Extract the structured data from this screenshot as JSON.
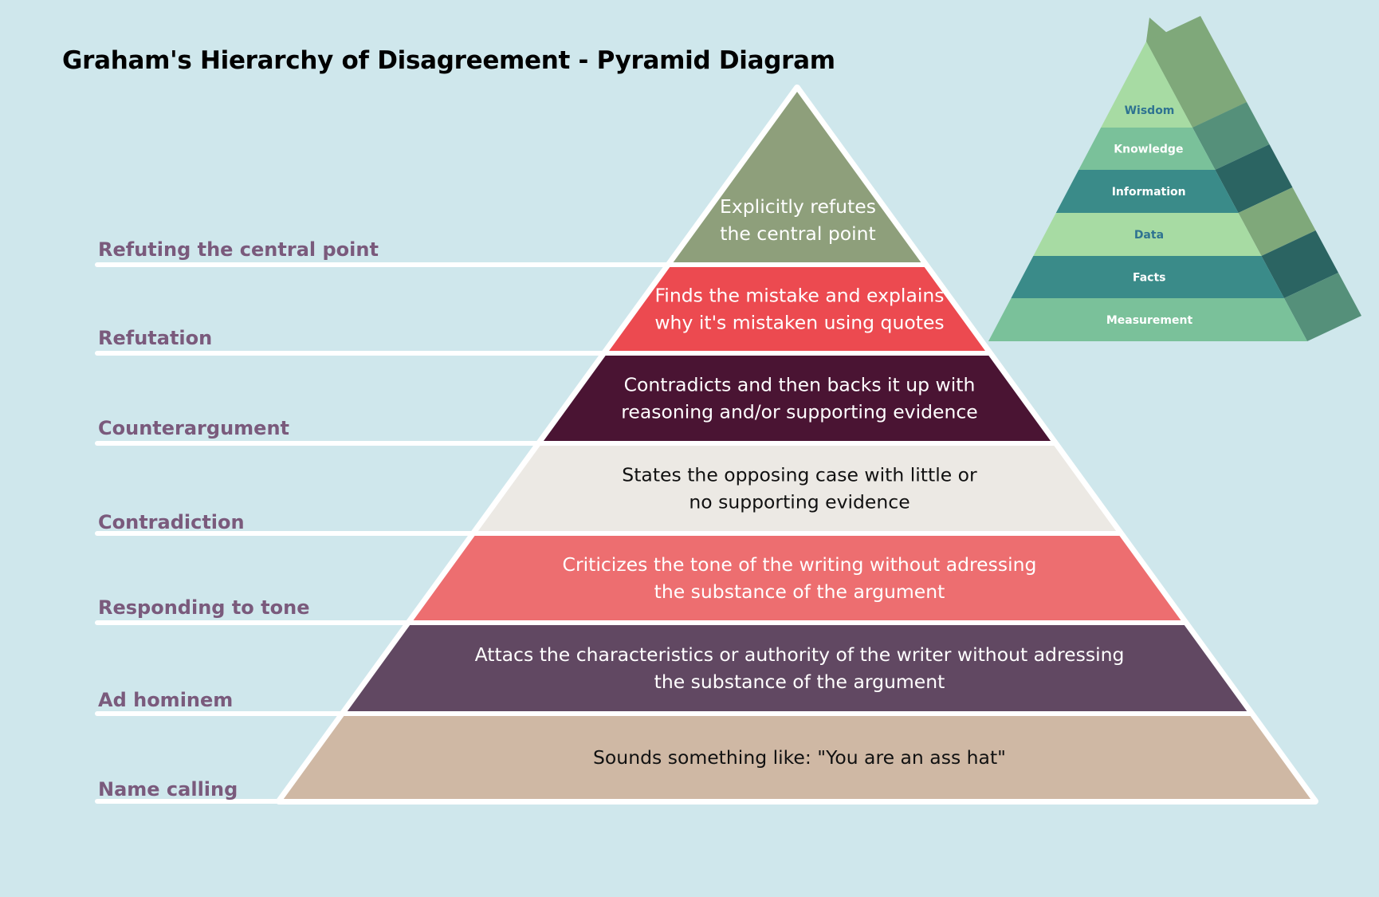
{
  "title": "Graham's Hierarchy of Disagreement - Pyramid Diagram",
  "colors": {
    "background": "#cfe7ec",
    "separator": "#ffffff",
    "label": "#7a5a7c"
  },
  "pyramid": {
    "tiers": [
      {
        "label": "Refuting the central point",
        "text": [
          "Explicitly refutes",
          "the central point"
        ],
        "fill": "#8e9f7b",
        "text_color": "#ffffff"
      },
      {
        "label": "Refutation",
        "text": [
          "Finds the mistake and explains",
          "why it's mistaken using quotes"
        ],
        "fill": "#ec4a50",
        "text_color": "#ffffff"
      },
      {
        "label": "Counterargument",
        "text": [
          "Contradicts and then backs it up with",
          "reasoning and/or supporting evidence"
        ],
        "fill": "#4a1433",
        "text_color": "#ffffff"
      },
      {
        "label": "Contradiction",
        "text": [
          "States the opposing case with little or",
          "no supporting evidence"
        ],
        "fill": "#ece9e4",
        "text_color": "#111111"
      },
      {
        "label": "Responding to tone",
        "text": [
          "Criticizes the tone of the writing without adressing",
          "the substance of the argument"
        ],
        "fill": "#ed6e70",
        "text_color": "#ffffff"
      },
      {
        "label": "Ad hominem",
        "text": [
          "Attacs the characteristics or authority of the writer without adressing",
          "the substance of the argument"
        ],
        "fill": "#614862",
        "text_color": "#ffffff"
      },
      {
        "label": "Name calling",
        "text": [
          "Sounds something like: \"You are an ass hat\""
        ],
        "fill": "#cfb8a4",
        "text_color": "#111111"
      }
    ]
  },
  "mini_pyramid": {
    "tiers": [
      {
        "label": "Wisdom",
        "front": "#a7dba3",
        "side": "#7fa87a",
        "text_color": "#2f7391"
      },
      {
        "label": "Knowledge",
        "front": "#7ac19a",
        "side": "#55907a",
        "text_color": "#ffffff"
      },
      {
        "label": "Information",
        "front": "#3a8b89",
        "side": "#2b6462",
        "text_color": "#ffffff"
      },
      {
        "label": "Data",
        "front": "#a7dba3",
        "side": "#7fa87a",
        "text_color": "#2f7391"
      },
      {
        "label": "Facts",
        "front": "#3a8b89",
        "side": "#2b6462",
        "text_color": "#ffffff"
      },
      {
        "label": "Measurement",
        "front": "#7ac19a",
        "side": "#55907a",
        "text_color": "#ffffff"
      }
    ]
  }
}
